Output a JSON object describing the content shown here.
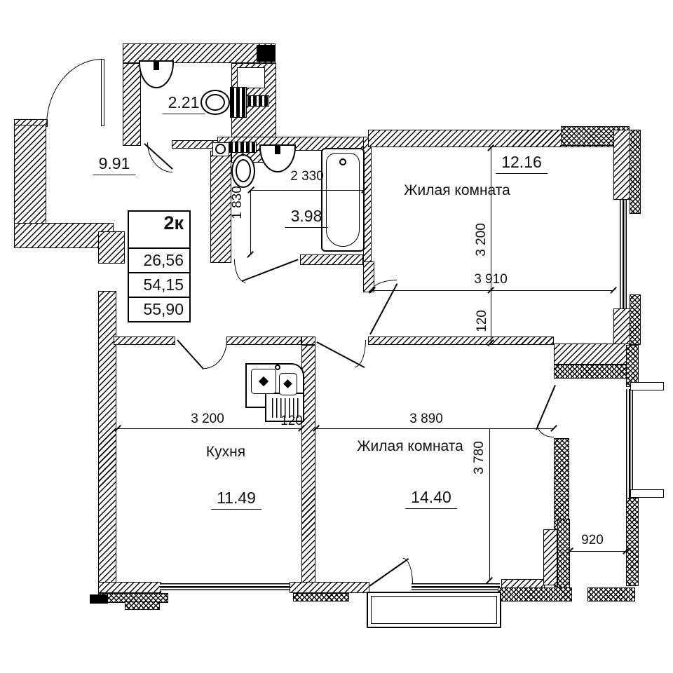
{
  "info_table": {
    "type": "2к",
    "rows": [
      "26,56",
      "54,15",
      "55,90"
    ]
  },
  "rooms": {
    "hall": {
      "area": "9.91"
    },
    "wc": {
      "area": "2.21"
    },
    "bath": {
      "area": "3.98"
    },
    "living1": {
      "name": "Жилая комната",
      "area": "12.16"
    },
    "kitchen": {
      "name": "Кухня",
      "area": "11.49"
    },
    "living2": {
      "name": "Жилая комната",
      "area": "14.40"
    }
  },
  "dims": {
    "bath_w": "2 330",
    "bath_h": "1 830",
    "living1_w": "3 910",
    "living1_h": "3 200",
    "wall_v": "120",
    "kitchen_w": "3 200",
    "kitchen_wall": "120",
    "living2_w": "3 890",
    "living2_h": "3 780",
    "balcony_w": "920"
  },
  "colors": {
    "line": "#000000",
    "background": "#ffffff"
  }
}
